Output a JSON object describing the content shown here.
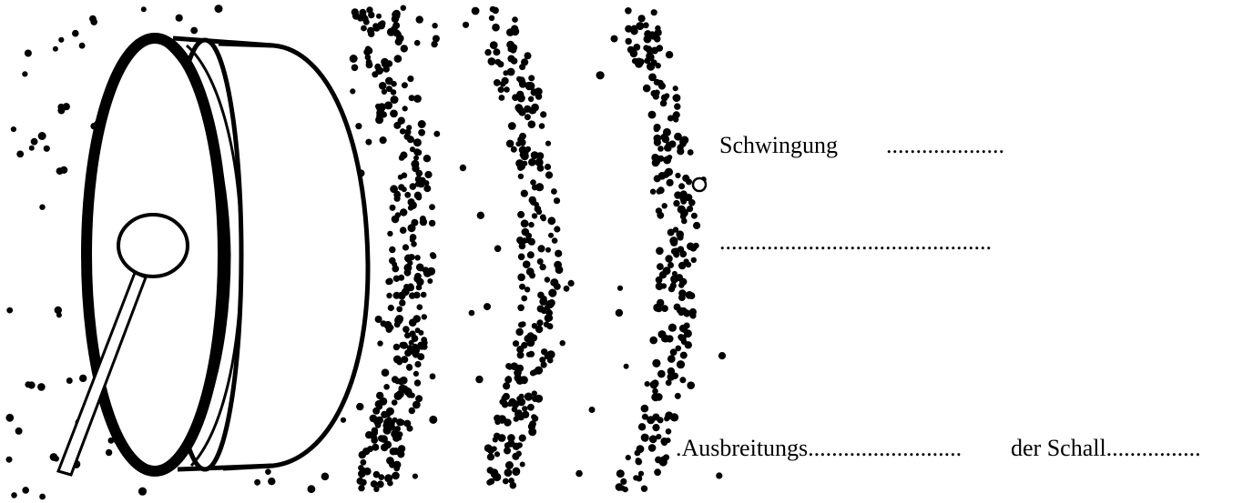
{
  "labels": {
    "schwingung": "Schwingung",
    "schwingung_blank": "....................",
    "blank_line": "..............................................",
    "ausbreitungs": ".Ausbreitungs..........................",
    "schall": "der Schall................"
  },
  "colors": {
    "ink": "#000000",
    "paper": "#ffffff"
  },
  "icons": [
    "drum-icon",
    "drumstick-icon",
    "sound-particles"
  ]
}
